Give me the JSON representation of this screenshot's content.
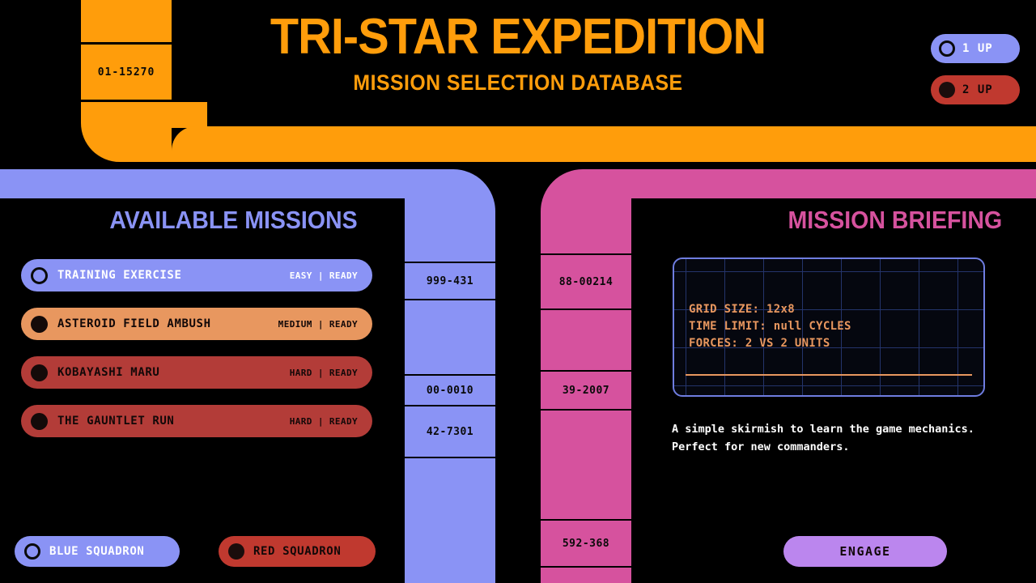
{
  "header": {
    "title": "TRI-STAR EXPEDITION",
    "subtitle": "MISSION SELECTION DATABASE",
    "code": "01-15270",
    "accent": "#FF9D0B"
  },
  "players": [
    {
      "label": "1 UP",
      "marker": "ring-icon",
      "color": "#8A93F5",
      "text_color": "#ffffff"
    },
    {
      "label": "2 UP",
      "marker": "solid-icon",
      "color": "#C0392F",
      "text_color": "#120808"
    }
  ],
  "left_panel": {
    "heading": "AVAILABLE MISSIONS",
    "accent": "#8A93F5",
    "rail_codes": [
      "999-431",
      "00-0010",
      "42-7301"
    ],
    "missions": [
      {
        "name": "TRAINING EXERCISE",
        "meta": "EASY | READY",
        "difficulty": "EASY",
        "status": "READY",
        "color": "#8A93F5",
        "selected": true,
        "marker": "ring-icon",
        "text_tone": "light"
      },
      {
        "name": "ASTEROID FIELD AMBUSH",
        "meta": "MEDIUM | READY",
        "difficulty": "MEDIUM",
        "status": "READY",
        "color": "#E8975F",
        "selected": false,
        "marker": "solid-icon",
        "text_tone": "dark"
      },
      {
        "name": "KOBAYASHI MARU",
        "meta": "HARD | READY",
        "difficulty": "HARD",
        "status": "READY",
        "color": "#B33C38",
        "selected": false,
        "marker": "solid-icon",
        "text_tone": "dark"
      },
      {
        "name": "THE GAUNTLET RUN",
        "meta": "HARD | READY",
        "difficulty": "HARD",
        "status": "READY",
        "color": "#B33C38",
        "selected": false,
        "marker": "solid-icon",
        "text_tone": "dark"
      }
    ],
    "squadrons": [
      {
        "label": "BLUE SQUADRON",
        "color": "#8A93F5",
        "marker": "ring-icon",
        "text_color": "#ffffff"
      },
      {
        "label": "RED SQUADRON",
        "color": "#C0392F",
        "marker": "solid-icon",
        "text_color": "#120808"
      }
    ]
  },
  "right_panel": {
    "heading": "MISSION BRIEFING",
    "accent": "#D6529E",
    "rail_codes": [
      "88-00214",
      "39-2007",
      "592-368"
    ],
    "briefing": {
      "stats": [
        "GRID SIZE: 12x8",
        "TIME LIMIT: null CYCLES",
        "FORCES: 2 VS 2 UNITS"
      ],
      "grid_size": "12x8",
      "time_limit": "null",
      "forces": "2 VS 2 UNITS",
      "description_lines": [
        "A simple skirmish to learn the game mechanics.",
        "Perfect for new commanders."
      ],
      "stat_color": "#E8975F",
      "border_color": "#6f7de0"
    },
    "engage_label": "ENGAGE",
    "engage_color": "#BB86EE"
  }
}
